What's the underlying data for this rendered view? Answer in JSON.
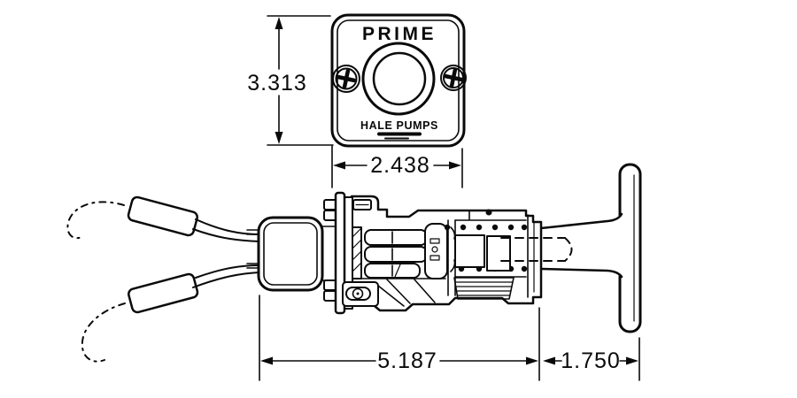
{
  "drawing": {
    "faceplate": {
      "label": "PRIME",
      "brand": "HALE PUMPS"
    },
    "dimensions": {
      "plate_height": "3.313",
      "plate_width": "2.438",
      "pump_body_length": "5.187",
      "handle_length": "1.750"
    },
    "line_color": "#0a0a0a",
    "background_color": "#ffffff"
  }
}
